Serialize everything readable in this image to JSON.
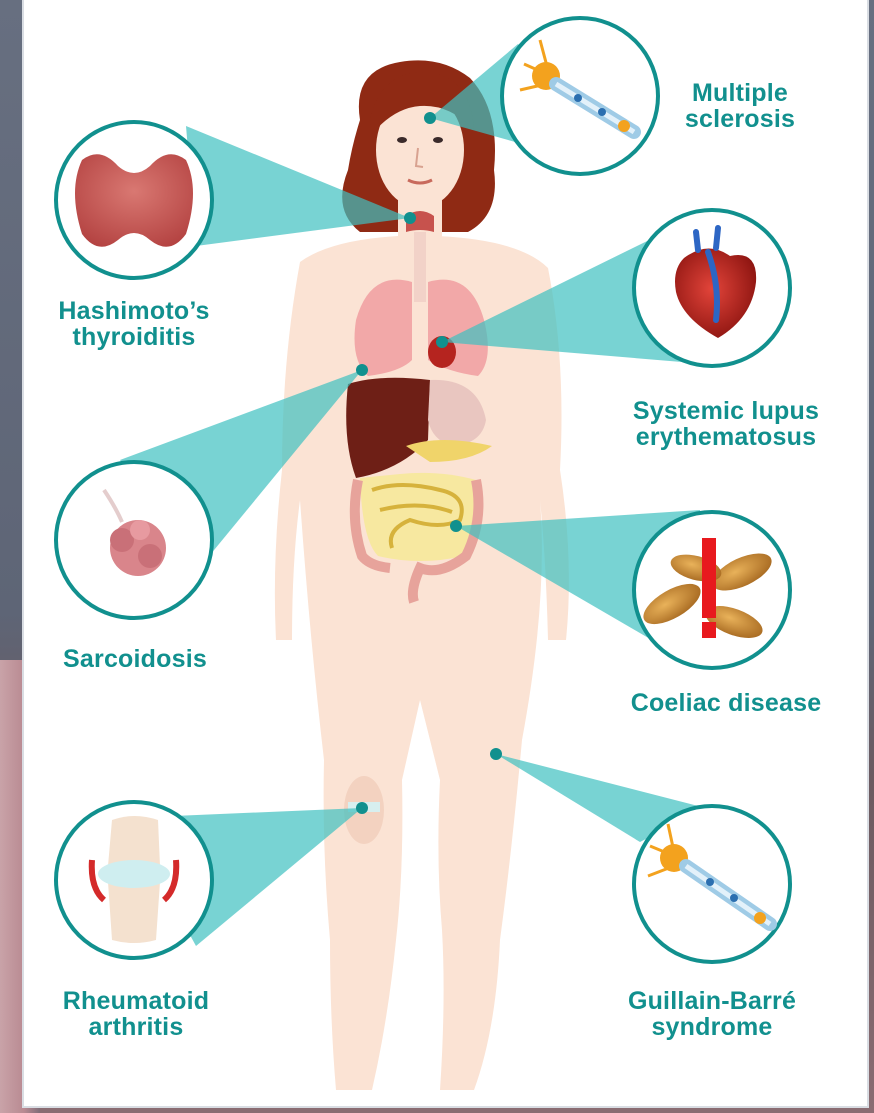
{
  "diseases": [
    {
      "id": "ms",
      "name": "Multiple\nsclerosis"
    },
    {
      "id": "hashimoto",
      "name": "Hashimoto’s\nthyroiditis"
    },
    {
      "id": "sle",
      "name": "Systemic lupus\nerythematosus"
    },
    {
      "id": "sarcoidosis",
      "name": "Sarcoidosis"
    },
    {
      "id": "coeliac",
      "name": "Coeliac disease"
    },
    {
      "id": "ra",
      "name": "Rheumatoid\narthritis"
    },
    {
      "id": "gbs",
      "name": "Guillain-Barré\nsyndrome"
    }
  ],
  "colors": {
    "accent": "#11908e",
    "cone": "#3fc0c0",
    "skin": "#fbe3d4",
    "hair": "#8f2a14",
    "card": "#ffffff"
  },
  "icons": {
    "ms": "neuron-icon",
    "hashimoto": "thyroid-icon",
    "sle": "heart-icon",
    "sarcoidosis": "lung-nodule-icon",
    "coeliac": "wheat-grain-warning-icon",
    "ra": "knee-joint-icon",
    "gbs": "neuron-icon"
  }
}
